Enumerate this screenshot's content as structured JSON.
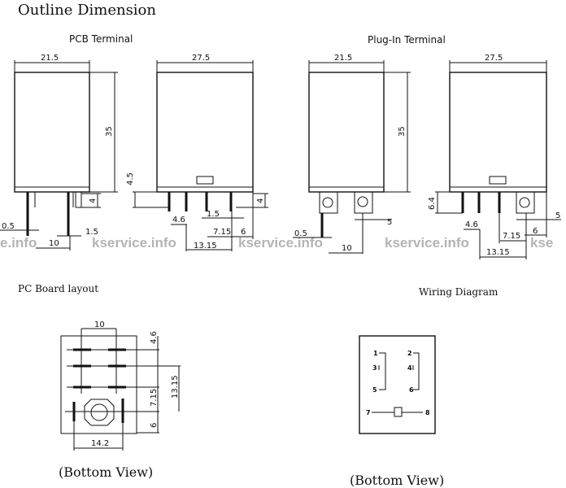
{
  "title": "Outline Dimension",
  "sections": {
    "pcb_terminal": "PCB Terminal",
    "plugin_terminal": "Plug-In Terminal",
    "pc_board_layout": "PC Board layout",
    "wiring_diagram": "Wiring Diagram"
  },
  "pcb_side": {
    "width": "21.5",
    "height": "35",
    "pin_w": "0.5",
    "pin_t": "1.5",
    "pitch": "10",
    "stub": "4"
  },
  "pcb_front": {
    "width": "27.5",
    "stand": "4.5",
    "stub": "4",
    "d1": "4.6",
    "d2": "1.5",
    "d3": "7.15",
    "d4": "6",
    "d5": "13.15"
  },
  "plug_side": {
    "width": "21.5",
    "height": "35",
    "pin_w": "0.5",
    "tab": "5",
    "pitch": "10"
  },
  "plug_front": {
    "width": "27.5",
    "stand": "6.4",
    "tab": "5",
    "d1": "4.6",
    "d3": "7.15",
    "d4": "6",
    "d5": "13.15"
  },
  "board": {
    "pitch": "10",
    "d1": "4.6",
    "d2": "13.15",
    "d3": "7.15",
    "d4": "6",
    "d5": "14.2",
    "caption": "(Bottom View)"
  },
  "wiring": {
    "pins": [
      "1",
      "2",
      "3",
      "4",
      "5",
      "6",
      "7",
      "8"
    ],
    "caption": "(Bottom View)"
  },
  "watermark": [
    "e.info",
    "kservice.info",
    "kservice.info",
    "kservice.info",
    "kse"
  ]
}
